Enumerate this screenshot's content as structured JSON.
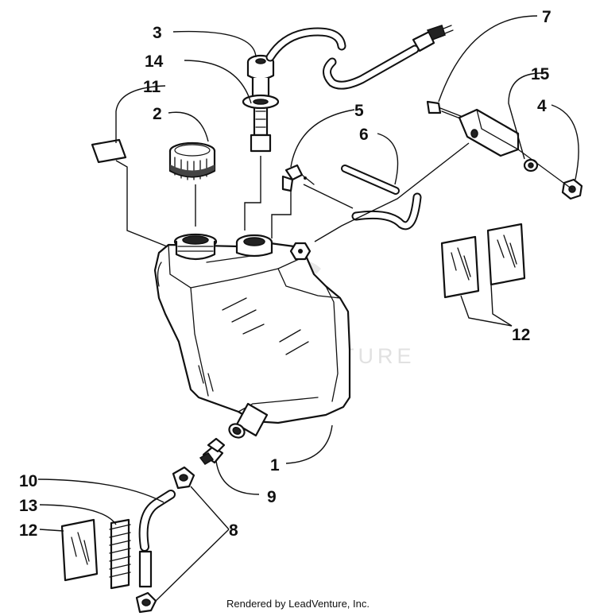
{
  "callouts": [
    {
      "id": "c1",
      "text": "1"
    },
    {
      "id": "c2",
      "text": "2"
    },
    {
      "id": "c3",
      "text": "3"
    },
    {
      "id": "c4",
      "text": "4"
    },
    {
      "id": "c5",
      "text": "5"
    },
    {
      "id": "c6",
      "text": "6"
    },
    {
      "id": "c7",
      "text": "7"
    },
    {
      "id": "c8",
      "text": "8"
    },
    {
      "id": "c9",
      "text": "9"
    },
    {
      "id": "c10",
      "text": "10"
    },
    {
      "id": "c11",
      "text": "11"
    },
    {
      "id": "c12a",
      "text": "12"
    },
    {
      "id": "c12b",
      "text": "12"
    },
    {
      "id": "c13",
      "text": "13"
    },
    {
      "id": "c14",
      "text": "14"
    },
    {
      "id": "c15",
      "text": "15"
    }
  ],
  "watermark": "LEADVENTURE",
  "footer": "Rendered by LeadVenture, Inc."
}
